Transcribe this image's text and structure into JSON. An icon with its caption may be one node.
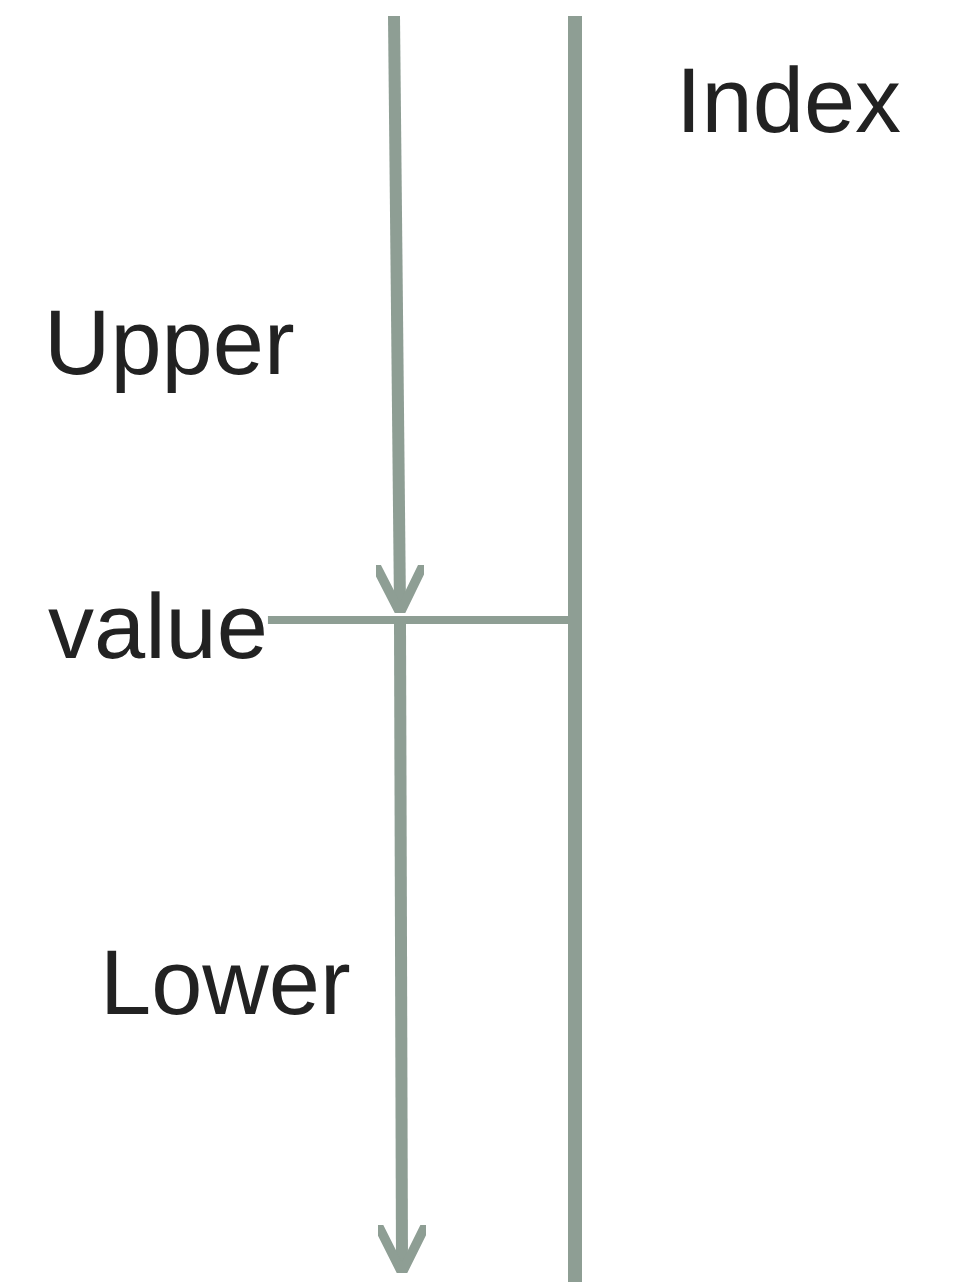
{
  "diagram": {
    "nodes": [
      {
        "text": [
          "value"
        ]
      },
      {
        "text": [],
        "shape": "bar",
        "beside": [
          "Index"
        ]
      }
    ],
    "edges": [
      {
        "from": 0,
        "to": 1,
        "arrow": "none"
      }
    ],
    "labels": [
      "Upper",
      "Lower"
    ]
  }
}
